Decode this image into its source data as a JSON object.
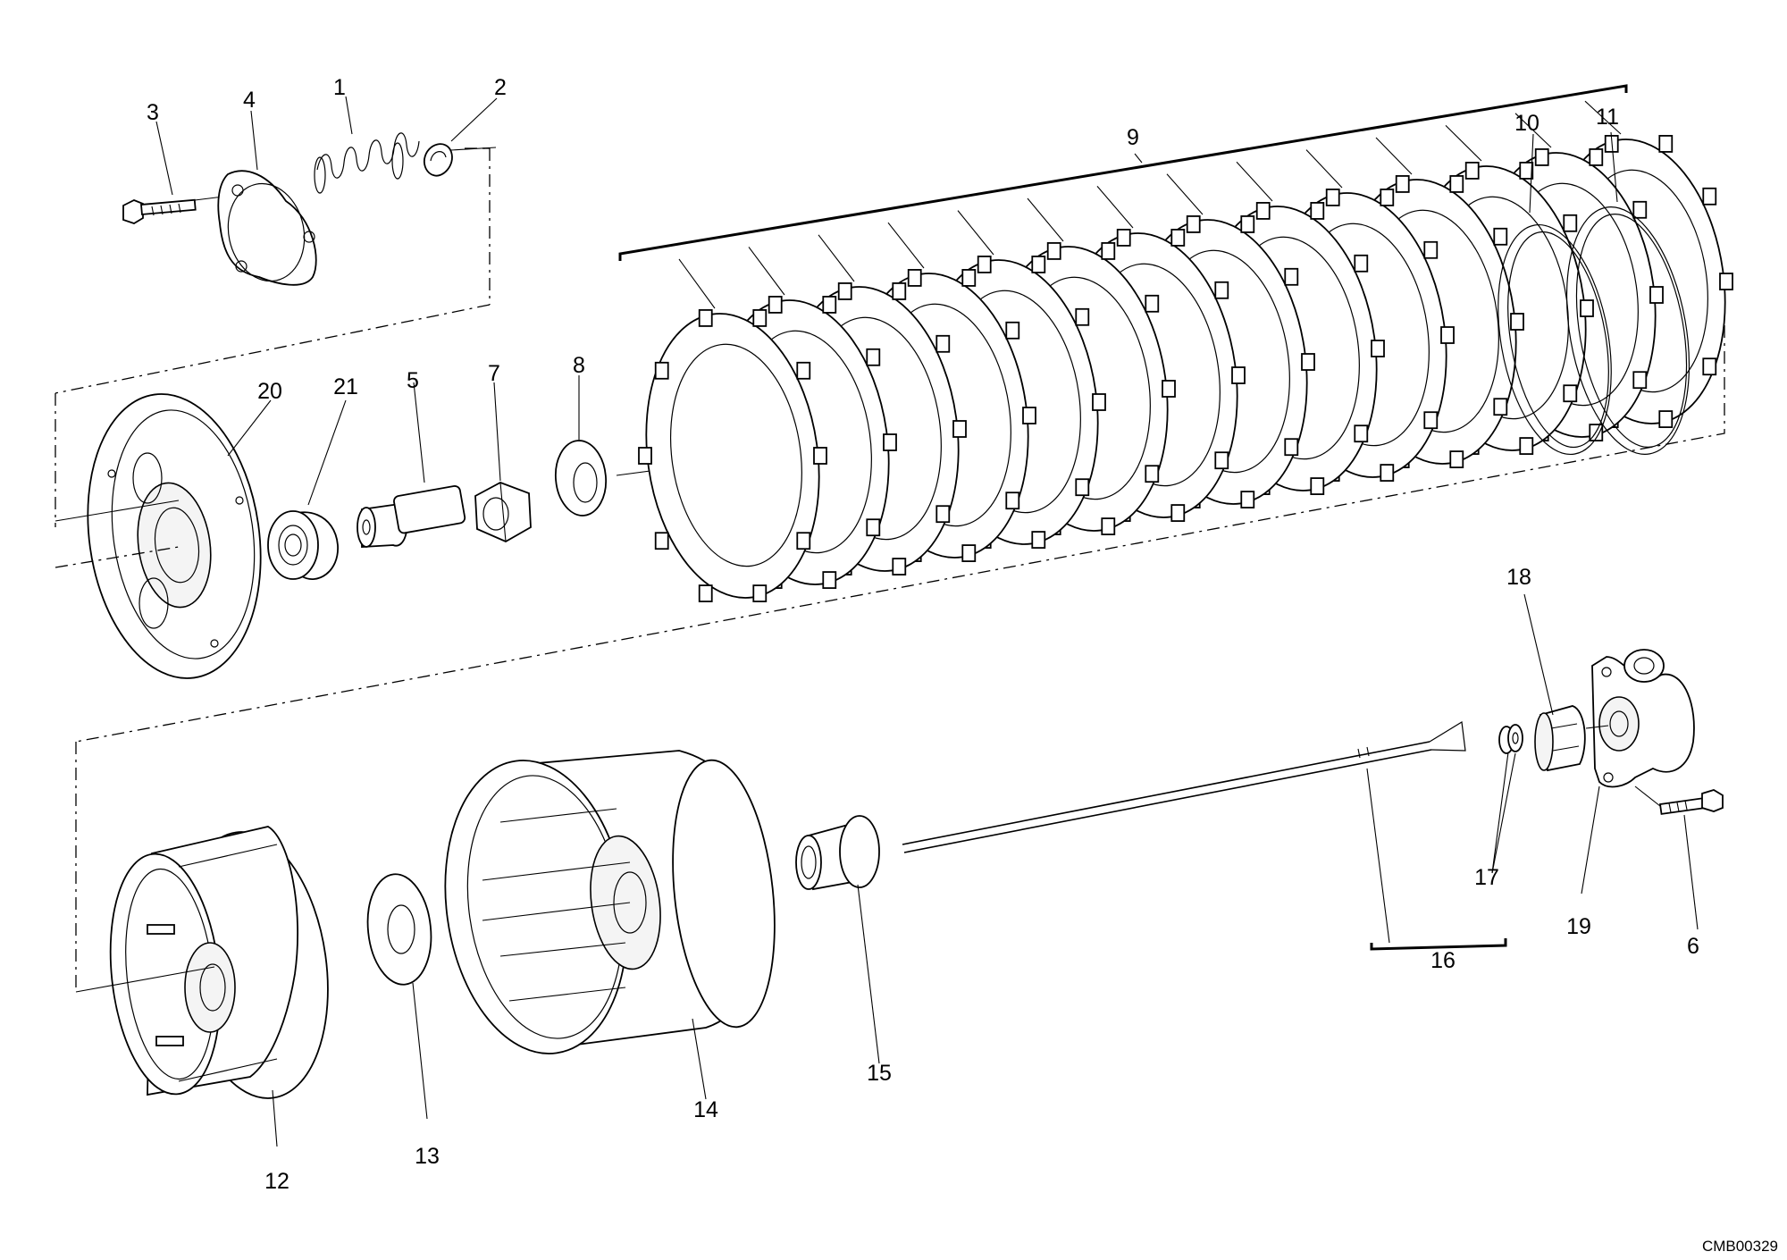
{
  "diagram": {
    "callouts": [
      "1",
      "2",
      "3",
      "4",
      "5",
      "6",
      "7",
      "8",
      "9",
      "10",
      "11",
      "12",
      "13",
      "14",
      "15",
      "16",
      "17",
      "18",
      "19",
      "20",
      "21"
    ],
    "code": "CMB00329"
  },
  "icons": [
    "spring-icon",
    "clip-icon",
    "bolt-icon",
    "plate-icon",
    "pressure-plate-icon",
    "bearing-icon",
    "pushrod-cap-icon",
    "nut-icon",
    "washer-icon",
    "clutch-disc-icon",
    "o-ring-icon",
    "clutch-hub-icon",
    "thrust-washer-icon",
    "clutch-housing-icon",
    "bushing-icon",
    "pushrod-icon",
    "seal-icon",
    "piston-icon",
    "slave-cylinder-icon"
  ]
}
